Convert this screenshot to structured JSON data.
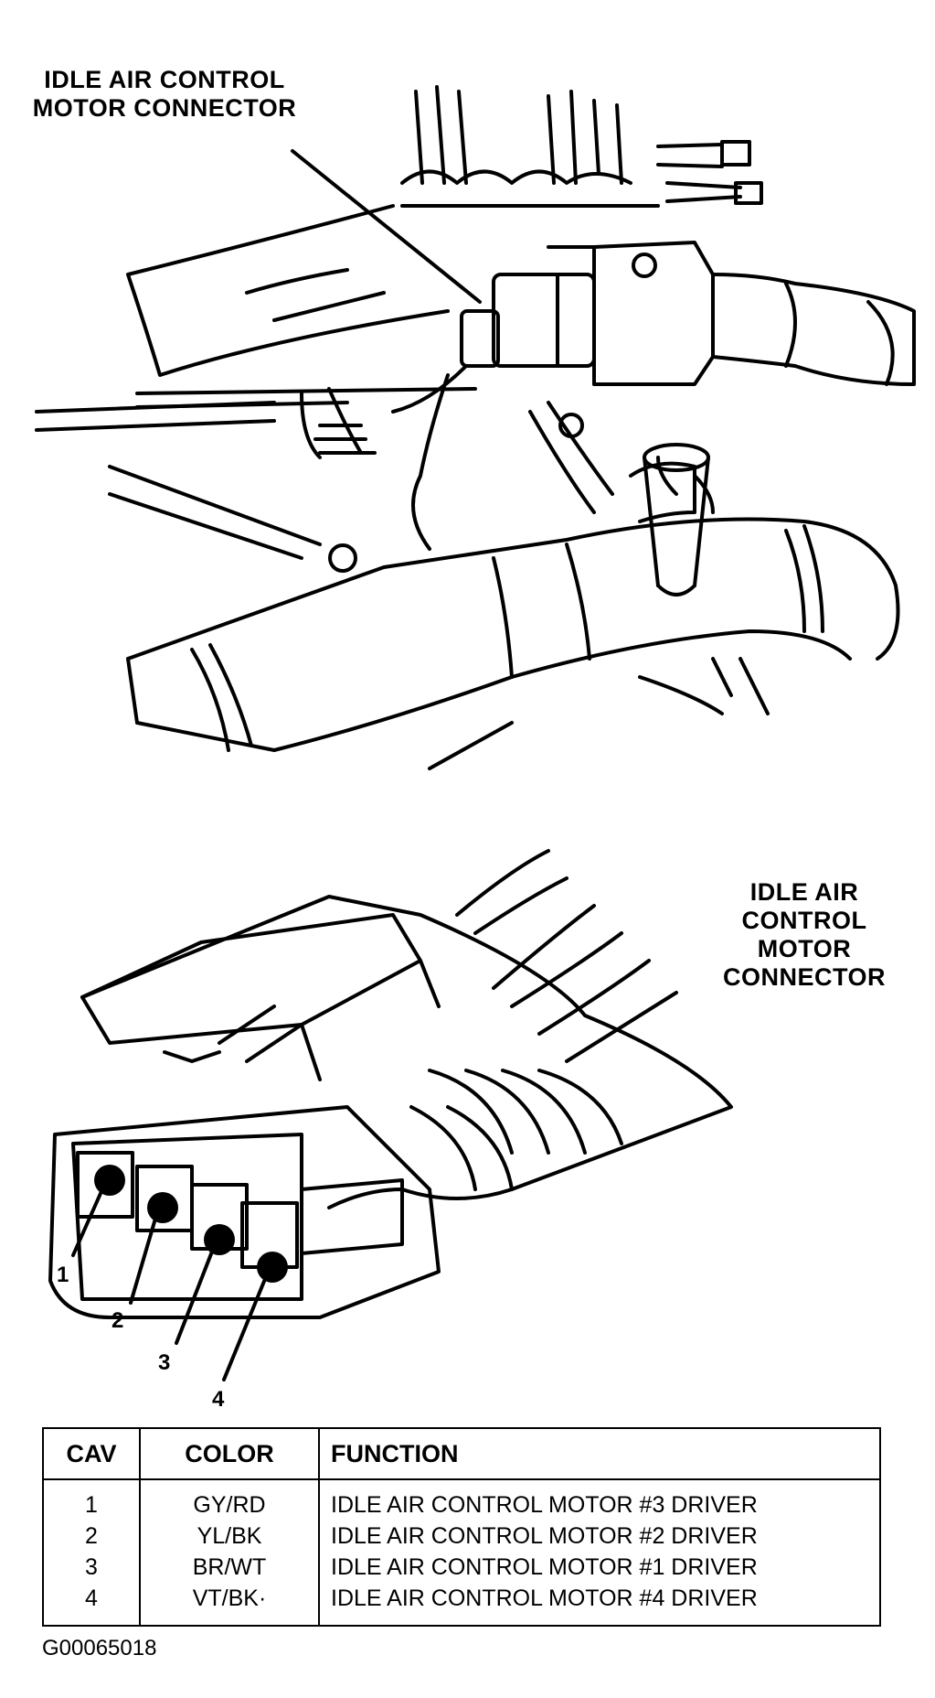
{
  "top_label": "IDLE AIR CONTROL MOTOR CONNECTOR",
  "bottom_label": "IDLE AIR CONTROL MOTOR CONNECTOR",
  "pin_labels": [
    "1",
    "2",
    "3",
    "4"
  ],
  "table": {
    "headers": [
      "CAV",
      "COLOR",
      "FUNCTION"
    ],
    "rows": [
      {
        "cav": "1",
        "color": "GY/RD",
        "function": "IDLE AIR CONTROL MOTOR #3 DRIVER"
      },
      {
        "cav": "2",
        "color": "YL/BK",
        "function": "IDLE AIR CONTROL MOTOR #2 DRIVER"
      },
      {
        "cav": "3",
        "color": "BR/WT",
        "function": "IDLE AIR CONTROL MOTOR #1 DRIVER"
      },
      {
        "cav": "4",
        "color": "VT/BK·",
        "function": "IDLE AIR CONTROL MOTOR #4 DRIVER"
      }
    ]
  },
  "figure_code": "G00065018"
}
